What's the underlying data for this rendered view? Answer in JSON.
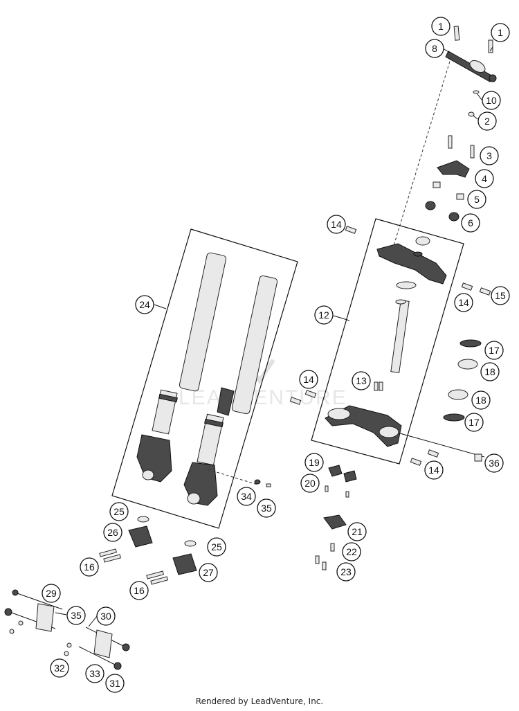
{
  "watermark": "LEADVENTURE",
  "footer": "Rendered by LeadVenture, Inc.",
  "callouts": [
    "1",
    "1",
    "8",
    "10",
    "2",
    "3",
    "4",
    "5",
    "6",
    "14",
    "14",
    "15",
    "12",
    "17",
    "18",
    "14",
    "13",
    "18",
    "17",
    "36",
    "14",
    "19",
    "20",
    "21",
    "22",
    "23",
    "24",
    "34",
    "35",
    "25",
    "26",
    "25",
    "16",
    "27",
    "16",
    "29",
    "35",
    "30",
    "32",
    "33",
    "31"
  ]
}
